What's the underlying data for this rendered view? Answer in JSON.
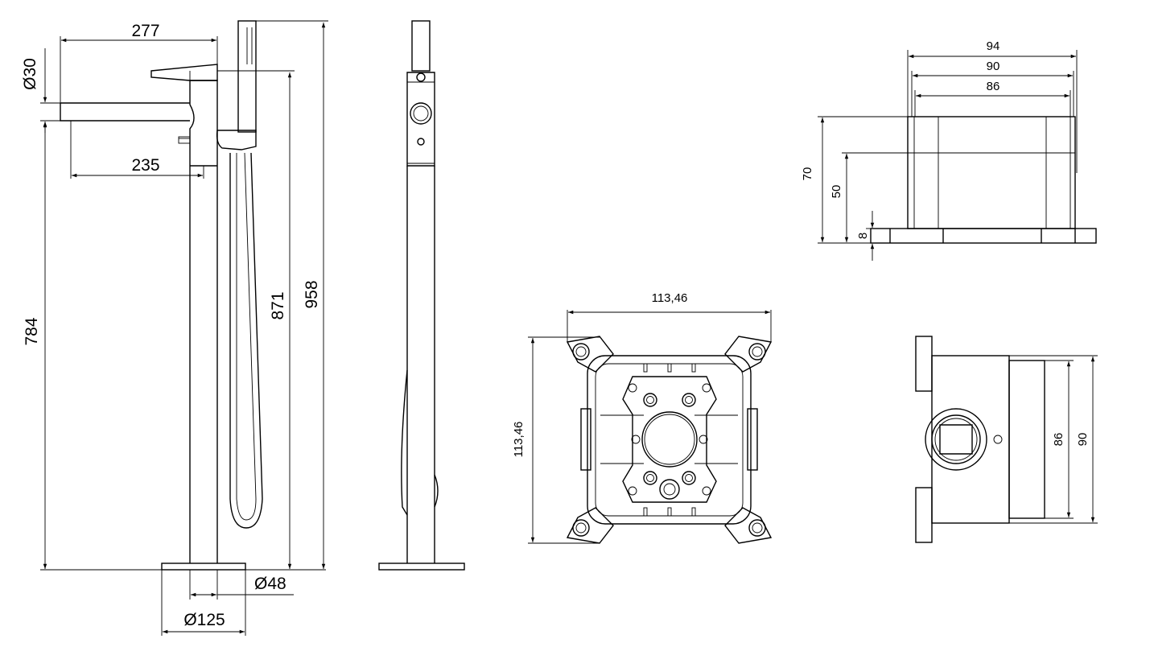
{
  "front_view": {
    "dims": {
      "spout_reach": "277",
      "spout_diameter": "Ø30",
      "spout_offset": "235",
      "spout_height": "784",
      "lever_height": "871",
      "total_height": "958",
      "column_diameter": "Ø48",
      "base_diameter": "Ø125"
    }
  },
  "box_side_view": {
    "dims": {
      "outer_width": "94",
      "mid_width": "90",
      "inner_width": "86",
      "total_height": "70",
      "body_height": "50",
      "flange_height": "8"
    }
  },
  "plate_top_view": {
    "dims": {
      "width": "113,46",
      "height": "113,46"
    }
  },
  "box_front_view": {
    "dims": {
      "inner_height": "86",
      "outer_height": "90"
    }
  }
}
